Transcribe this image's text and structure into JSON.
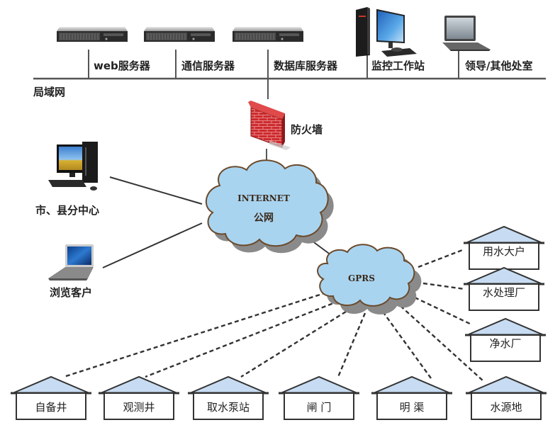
{
  "lan": {
    "label": "局域网",
    "devices": [
      {
        "id": "web-server",
        "label": "web服务器",
        "icon": "server-icon"
      },
      {
        "id": "comm-server",
        "label": "通信服务器",
        "icon": "server-icon"
      },
      {
        "id": "db-server",
        "label": "数据库服务器",
        "icon": "server-icon"
      },
      {
        "id": "monitor-station",
        "label": "监控工作站",
        "icon": "desktop-computer-icon"
      },
      {
        "id": "leader-office",
        "label": "领导/其他处室",
        "icon": "laptop-icon"
      }
    ]
  },
  "firewall": {
    "label": "防火墙",
    "icon": "firewall-icon"
  },
  "internet": {
    "line1": "INTERNET",
    "line2": "公网",
    "icon": "cloud-icon"
  },
  "gprs": {
    "label": "GPRS",
    "icon": "cloud-icon"
  },
  "clients": [
    {
      "id": "city-center",
      "label": "市、县分中心",
      "icon": "desktop-computer-icon"
    },
    {
      "id": "browser-client",
      "label": "浏览客户",
      "icon": "laptop-icon"
    }
  ],
  "sites_right": [
    {
      "id": "big-user",
      "label": "用水大户"
    },
    {
      "id": "water-treatment",
      "label": "水处理厂"
    },
    {
      "id": "purification",
      "label": "净水厂"
    }
  ],
  "sites_bottom": [
    {
      "id": "own-well",
      "label": "自备井"
    },
    {
      "id": "observation-well",
      "label": "观测井"
    },
    {
      "id": "pump-station",
      "label": "取水泵站"
    },
    {
      "id": "gate",
      "label": "闸 门"
    },
    {
      "id": "open-channel",
      "label": "明 渠"
    },
    {
      "id": "water-source",
      "label": "水源地"
    }
  ],
  "colors": {
    "cloud_fill": "#a9d4f0",
    "cloud_stroke": "#6b4a2a",
    "cloud_shadow": "#8a8a8a",
    "roof_fill": "#c7dcf2",
    "firewall_red": "#c8282c",
    "line": "#333333"
  }
}
